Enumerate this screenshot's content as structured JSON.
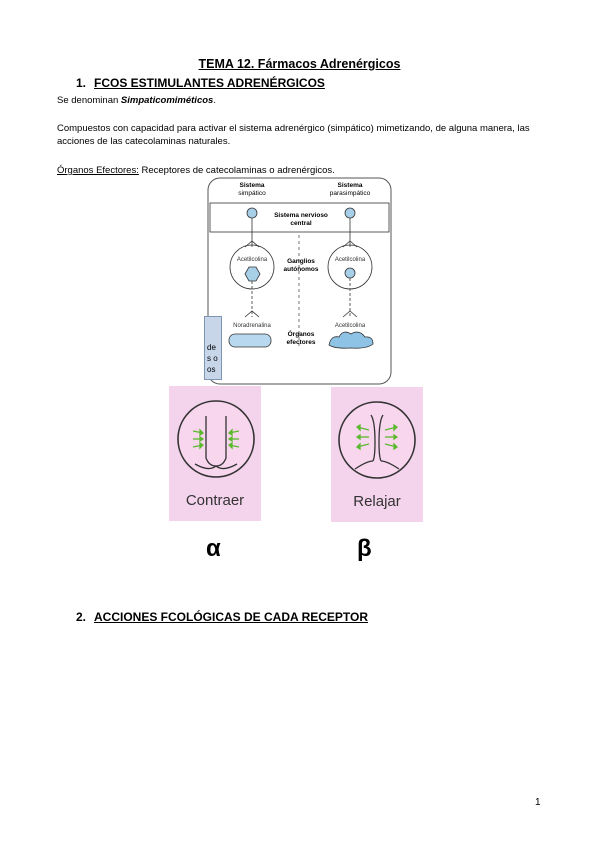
{
  "title": "TEMA 12. Fármacos Adrenérgicos",
  "section1": {
    "number": "1.",
    "heading": "FCOS ESTIMULANTES ADRENÉRGICOS"
  },
  "para1": {
    "prefix": "Se denominan ",
    "emphasis": "Simpaticomiméticos",
    "suffix": "."
  },
  "para2": "Compuestos con capacidad para activar el sistema adrenérgico (simpático) mimetizando, de alguna manera, las acciones de las catecolaminas naturales.",
  "para3": {
    "label": "Órganos Efectores:",
    "text": " Receptores de catecolaminas o adrenérgicos."
  },
  "diagram": {
    "col_left": [
      "Sistema",
      "simpático"
    ],
    "col_right": [
      "Sistema",
      "parasimpático"
    ],
    "cns": [
      "Sistema nervioso",
      "central"
    ],
    "ganglia": [
      "Ganglios",
      "autónomos"
    ],
    "acetil_left": "Acetilcolina",
    "acetil_right": "Acetilcolina",
    "noradrenalina": "Noradrenalina",
    "acetil_bottom": "Acetilcolina",
    "organs": [
      "Órganos",
      "efectores"
    ],
    "side_text": [
      "de",
      "s o",
      "os"
    ]
  },
  "receptors": {
    "alpha": {
      "label": "Contraer",
      "symbol": "α",
      "arrow_color": "#5cb82e"
    },
    "beta": {
      "label": "Relajar",
      "symbol": "β",
      "arrow_color": "#5cb82e"
    }
  },
  "section2": {
    "number": "2.",
    "heading": "ACCIONES FCOLÓGICAS DE CADA RECEPTOR"
  },
  "page_number": "1"
}
